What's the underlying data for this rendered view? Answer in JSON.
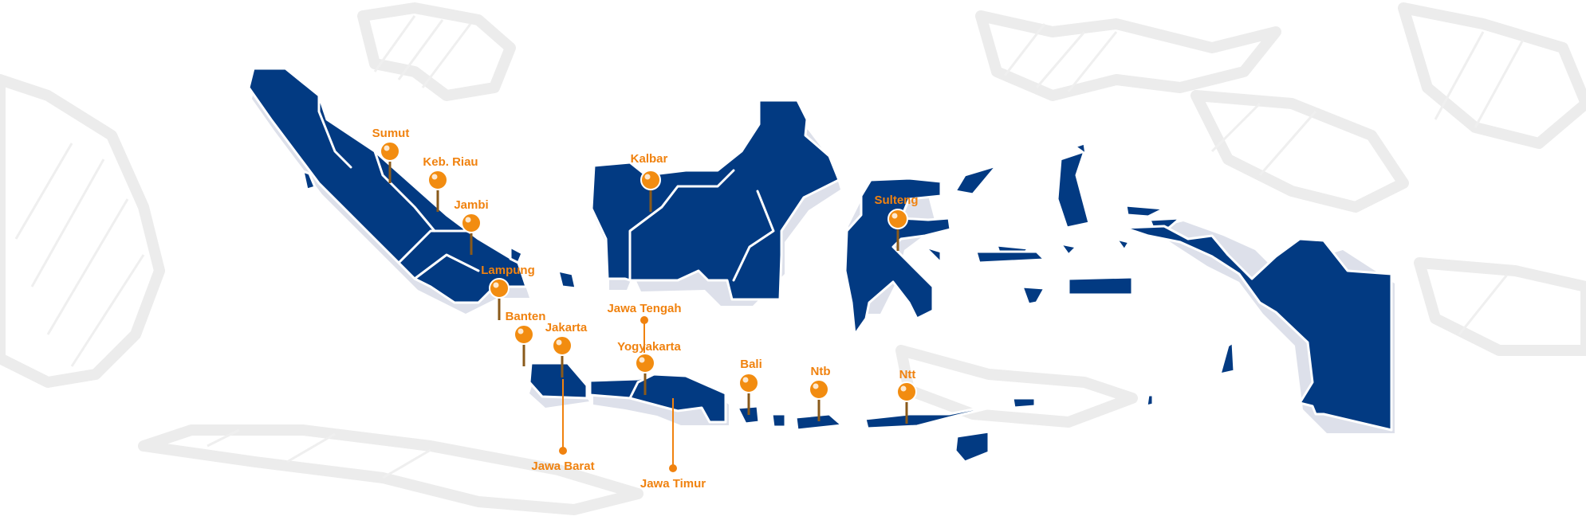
{
  "map": {
    "colors": {
      "islands": "#023a82",
      "pins": "#f28c10",
      "labels": "#f0820f",
      "background_land": "#ececec"
    },
    "pins": [
      {
        "id": "sumut",
        "label": "Sumut"
      },
      {
        "id": "kep-riau",
        "label": "Keb. Riau"
      },
      {
        "id": "jambi",
        "label": "Jambi"
      },
      {
        "id": "lampung",
        "label": "Lampung"
      },
      {
        "id": "banten",
        "label": "Banten"
      },
      {
        "id": "jakarta",
        "label": "Jakarta"
      },
      {
        "id": "kalbar",
        "label": "Kalbar"
      },
      {
        "id": "yogyakarta",
        "label": "Yogyakarta"
      },
      {
        "id": "bali",
        "label": "Bali"
      },
      {
        "id": "ntb",
        "label": "Ntb"
      },
      {
        "id": "ntt",
        "label": "Ntt"
      },
      {
        "id": "sulteng",
        "label": "Sulteng"
      }
    ],
    "leaders": [
      {
        "id": "jawa-tengah",
        "label": "Jawa Tengah"
      },
      {
        "id": "jawa-barat",
        "label": "Jawa Barat"
      },
      {
        "id": "jawa-timur",
        "label": "Jawa Timur"
      }
    ]
  }
}
